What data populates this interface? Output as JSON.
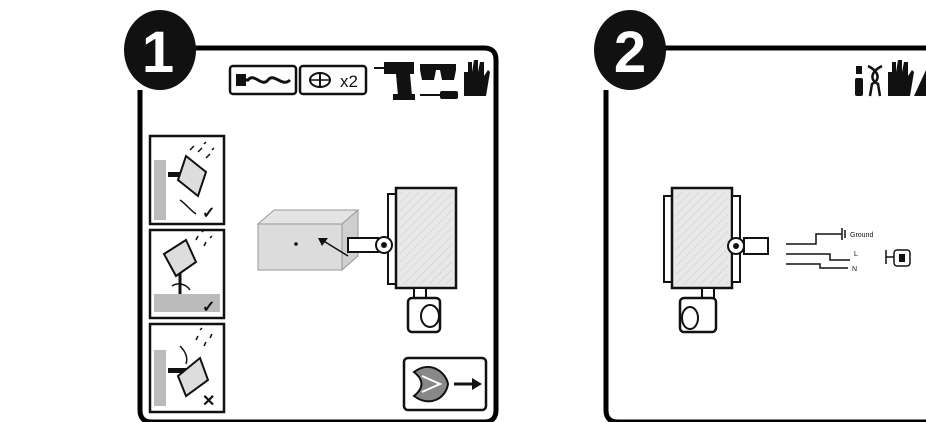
{
  "step1": {
    "number": "1",
    "screw_count": "x2",
    "tools": [
      "drill-bit-icon",
      "screw-icon",
      "drill-icon",
      "screwdriver-icon",
      "safety-glasses-icon",
      "gloves-icon"
    ],
    "orientation_options": [
      {
        "icon": "wall-mount-angled-icon",
        "status": "✓"
      },
      {
        "icon": "pole-mount-icon",
        "status": "✓"
      },
      {
        "icon": "upside-down-mount-icon",
        "status": "✕"
      }
    ]
  },
  "step2": {
    "number": "2",
    "wires": {
      "ground": "Ground",
      "live": "L",
      "neutral": "N"
    },
    "tools": [
      "screwdriver-icon",
      "pliers-icon",
      "gloves-icon",
      "warning-icon"
    ]
  }
}
